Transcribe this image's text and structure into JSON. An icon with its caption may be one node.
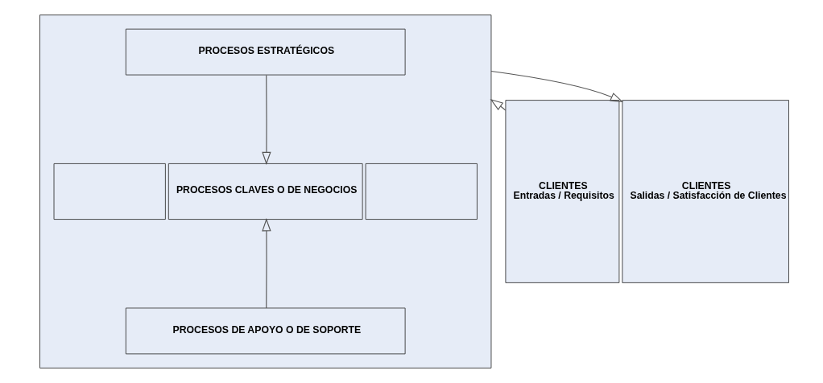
{
  "diagram": {
    "nodes": [
      {
        "text": [
          "CLIENTES",
          "Entradas / Requisitos"
        ]
      },
      {
        "text": [],
        "shape": "box"
      },
      {
        "text": [
          "PROCESOS ESTRATÉGICOS"
        ],
        "in": 1
      },
      {
        "text": [],
        "shape": "box",
        "in": 1
      },
      {
        "text": [
          "PROCESOS CLAVES O DE NEGOCIOS"
        ],
        "in": 1
      },
      {
        "text": [],
        "shape": "box",
        "in": 1
      },
      {
        "text": [
          "PROCESOS DE APOYO O DE SOPORTE"
        ],
        "in": 1
      },
      {
        "text": [
          "CLIENTES",
          "Salidas / Satisfacción de Clientes"
        ]
      }
    ],
    "edges": [
      {
        "from": 0,
        "to": 1,
        "arrow": "to"
      },
      {
        "from": 2,
        "to": 4,
        "arrow": "to"
      },
      {
        "from": 6,
        "to": 4,
        "arrow": "to"
      },
      {
        "from": 1,
        "to": 7,
        "arrow": "to"
      }
    ]
  }
}
